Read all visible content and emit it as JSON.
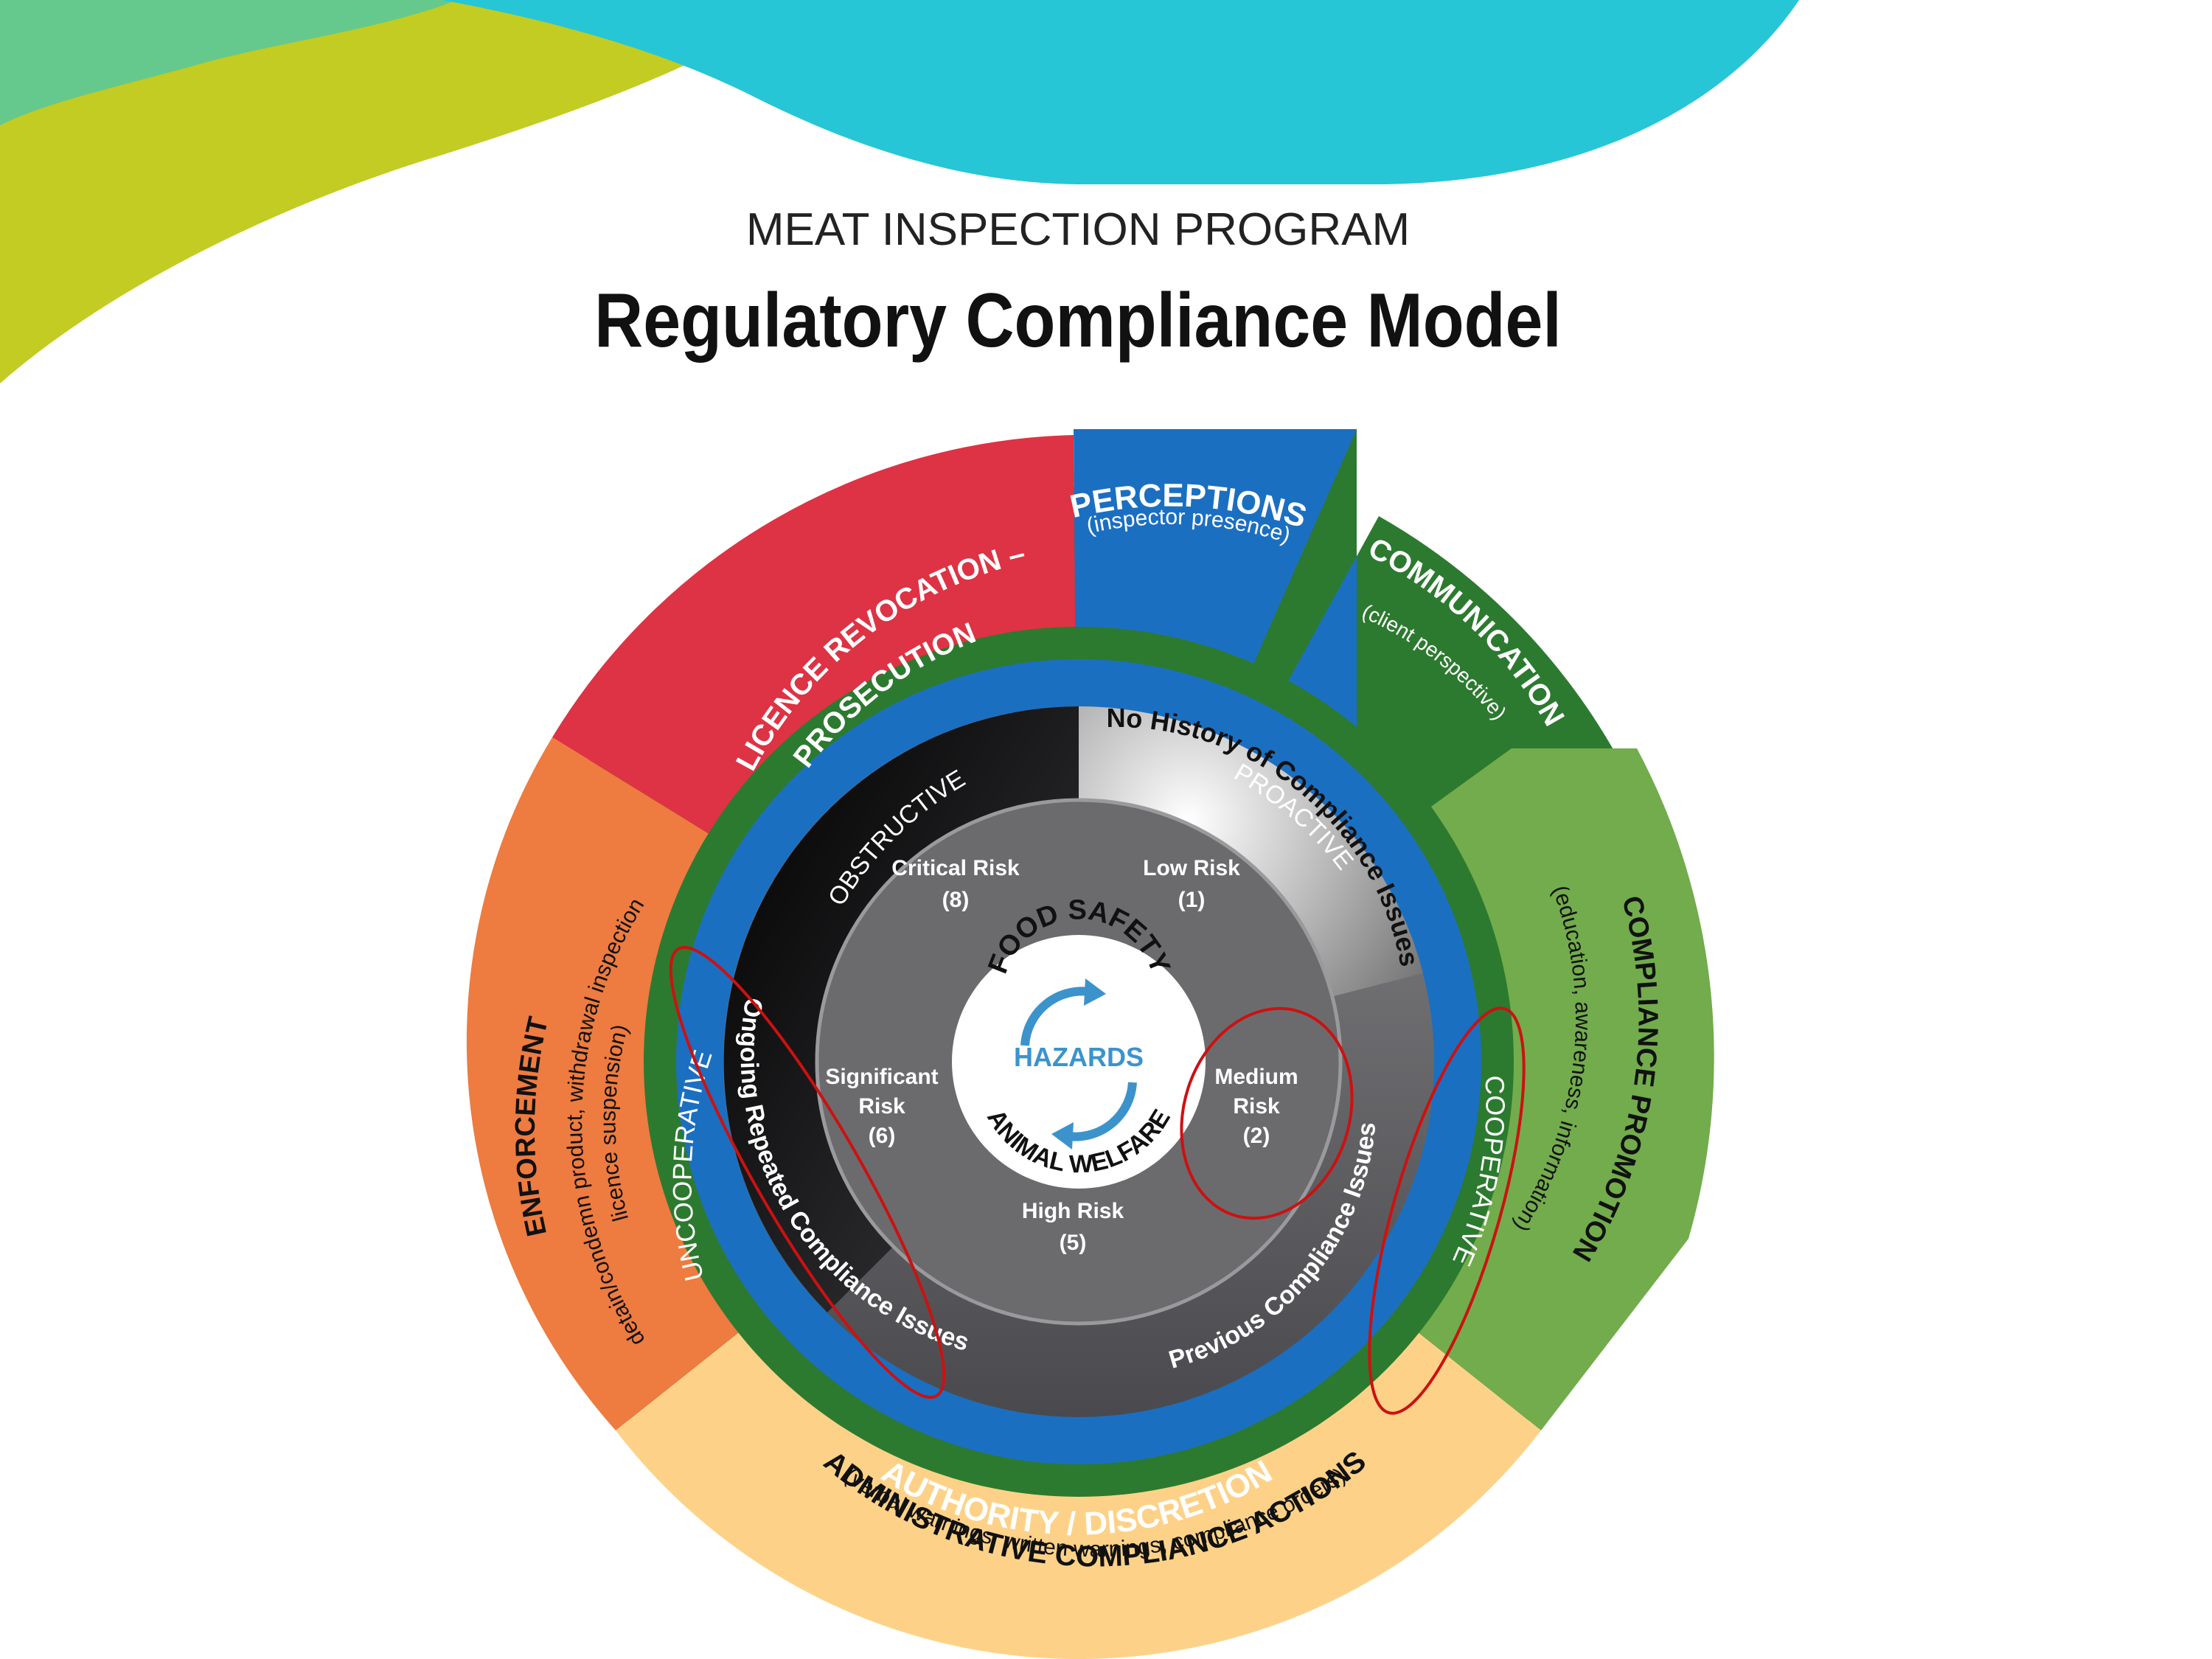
{
  "header": {
    "program": "MEAT INSPECTION PROGRAM",
    "title": "Regulatory Compliance Model"
  },
  "outer_ring": {
    "licence_1": "LICENCE REVOCATION –",
    "licence_2": "PROSECUTION",
    "perceptions": "PERCEPTIONS",
    "perceptions_sub": "(inspector presence)",
    "communication": "COMMUNICATION",
    "communication_sub": "(client perspective)",
    "compliance_promotion": "COMPLIANCE PROMOTION",
    "compliance_promotion_sub": "(education, awareness, information)",
    "administrative": "ADMINISTRATIVE COMPLIANCE ACTIONS",
    "administrative_sub": "(verbal warnings, written warnings, compliance orders)",
    "enforcement": "ENFORCEMENT",
    "enforcement_sub_1": "(detain/condemn product, withdrawal inspection,",
    "enforcement_sub_2": "licence suspension)"
  },
  "blue_ring": {
    "obstructive": "OBSTRUCTIVE",
    "proactive": "PROACTIVE",
    "cooperative": "COOPERATIVE",
    "uncooperative": "UNCOOPERATIVE",
    "authority": "AUTHORITY / DISCRETION"
  },
  "history_ring": {
    "no_history": "No History of Compliance Issues",
    "previous": "Previous Compliance Issues",
    "ongoing": "Ongoing Repeated Compliance Issues"
  },
  "risk_ring": {
    "critical": {
      "label": "Critical Risk",
      "level": "(8)"
    },
    "low": {
      "label": "Low Risk",
      "level": "(1)"
    },
    "medium": {
      "label_1": "Medium",
      "label_2": "Risk",
      "level": "(2)"
    },
    "high": {
      "label": "High Risk",
      "level": "(5)"
    },
    "significant": {
      "label_1": "Significant",
      "label_2": "Risk",
      "level": "(6)"
    }
  },
  "center": {
    "food_safety": "FOOD SAFETY",
    "hazards": "HAZARDS",
    "animal_welfare": "ANIMAL WELFARE"
  },
  "colors": {
    "teal": "#26c6d6",
    "lime": "#c2cc22",
    "red": "#dd3344",
    "blue": "#1b6fc1",
    "dark_green": "#2c7a2f",
    "light_green": "#72ac4c",
    "orange": "#ee7b40",
    "peach": "#fdd288",
    "highlight": "#cc1111"
  }
}
